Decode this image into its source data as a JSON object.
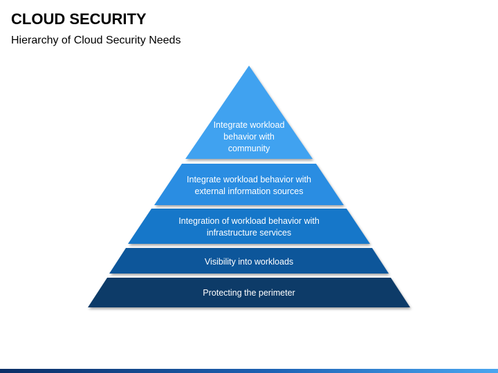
{
  "header": {
    "title": "CLOUD SECURITY",
    "subtitle": "Hierarchy of Cloud Security Needs"
  },
  "pyramid": {
    "tiers": [
      {
        "label": "Integrate workload behavior with community",
        "color": "#3FA2F0"
      },
      {
        "label": "Integrate workload behavior with external information sources",
        "color": "#2A8DE2"
      },
      {
        "label": "Integration of workload behavior with infrastructure services",
        "color": "#1777C9"
      },
      {
        "label": "Visibility into workloads",
        "color": "#10579A"
      },
      {
        "label": "Protecting the perimeter",
        "color": "#0B3B68"
      }
    ]
  },
  "footer": {
    "colors": [
      "#0B2F66",
      "#1E63B5",
      "#4AA6F0"
    ]
  }
}
